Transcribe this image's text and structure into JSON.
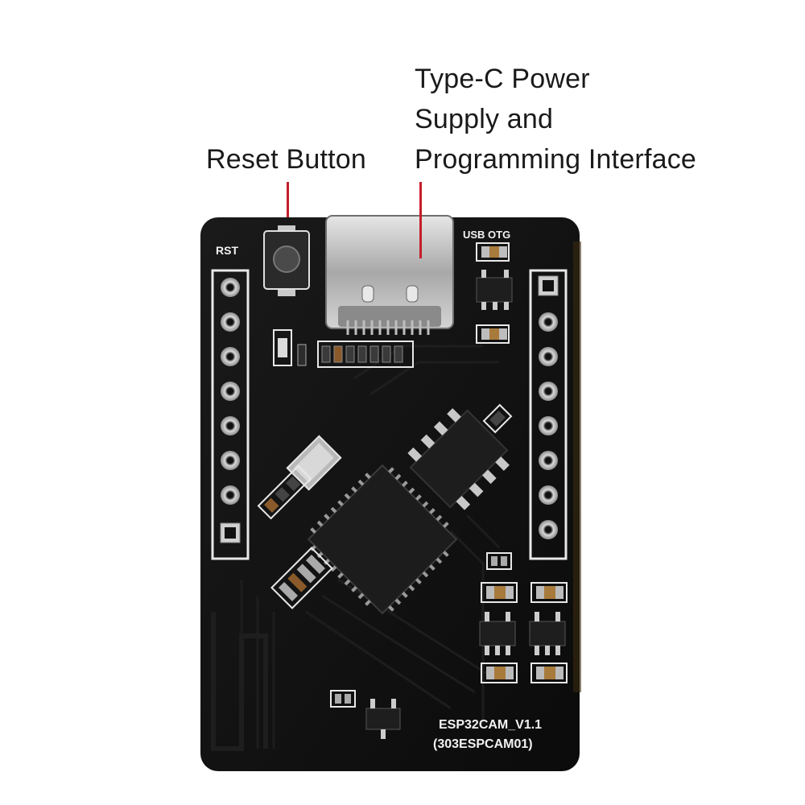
{
  "callouts": {
    "reset_button": "Reset Button",
    "typec_line1": "Type-C Power",
    "typec_line2": "Supply and",
    "typec_line3": "Programming Interface"
  },
  "silkscreen": {
    "rst": "RST",
    "usb_otg": "USB OTG",
    "model": "ESP32CAM_V1.1",
    "part_number": "(303ESPCAM01)"
  },
  "colors": {
    "pcb": "#101010",
    "leader_line": "#c41e2a",
    "silkscreen": "#f2f2f2"
  }
}
